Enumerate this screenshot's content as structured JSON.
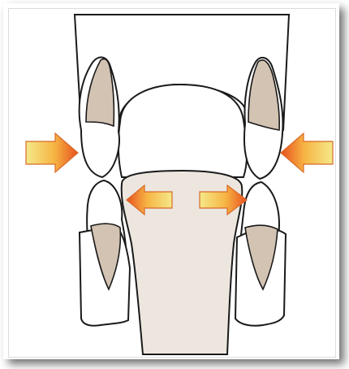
{
  "diagram": {
    "kind": "dental cross-section with force arrows",
    "colors": {
      "background": "#ffffff",
      "outline": "#1a1a1a",
      "enamel_fill": "#d3c3b2",
      "tongue_fill": "#ece6df",
      "tooth_fill": "#ffffff",
      "arrow_light": "#f5e98a",
      "arrow_mid": "#f6b443",
      "arrow_dark": "#e8501e"
    },
    "arrows": [
      {
        "name": "left-outer-arrow",
        "direction": "right"
      },
      {
        "name": "right-outer-arrow",
        "direction": "left"
      },
      {
        "name": "inner-left-arrow",
        "direction": "left"
      },
      {
        "name": "inner-right-arrow",
        "direction": "right"
      }
    ]
  }
}
